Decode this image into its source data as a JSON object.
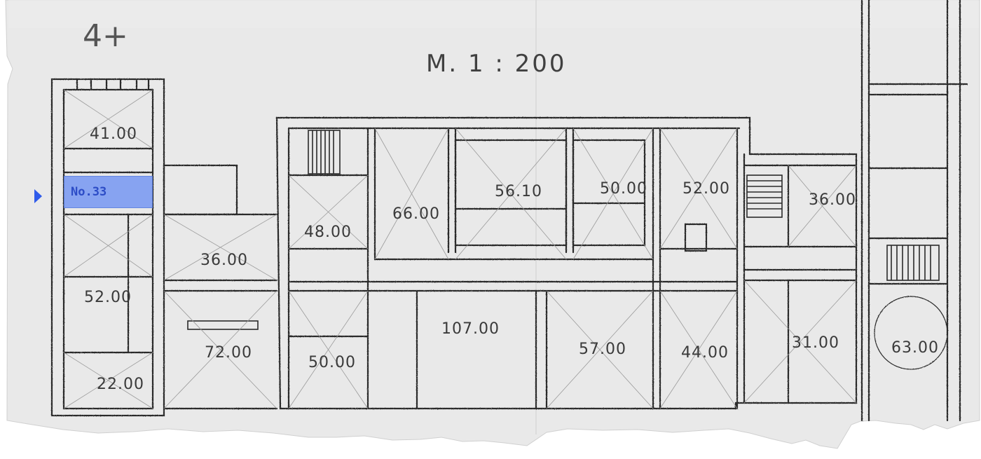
{
  "drawing": {
    "scale_title": "M. 1 : 200",
    "corner_mark": "4+"
  },
  "rooms": [
    {
      "label": "41.00"
    },
    {
      "label": "36.00"
    },
    {
      "label": "52.00"
    },
    {
      "label": "22.00"
    },
    {
      "label": "72.00"
    },
    {
      "label": "48.00"
    },
    {
      "label": "50.00"
    },
    {
      "label": "66.00"
    },
    {
      "label": "56.10"
    },
    {
      "label": "50.00"
    },
    {
      "label": "107.00"
    },
    {
      "label": "57.00"
    },
    {
      "label": "52.00"
    },
    {
      "label": "44.00"
    },
    {
      "label": "36.00"
    },
    {
      "label": "31.00"
    },
    {
      "label": "63.00"
    }
  ],
  "annotation": {
    "label": "No.33",
    "highlight_color": "#7f9ef2",
    "text_color": "#1d3fc4",
    "pointer_color": "#2f5bea"
  }
}
